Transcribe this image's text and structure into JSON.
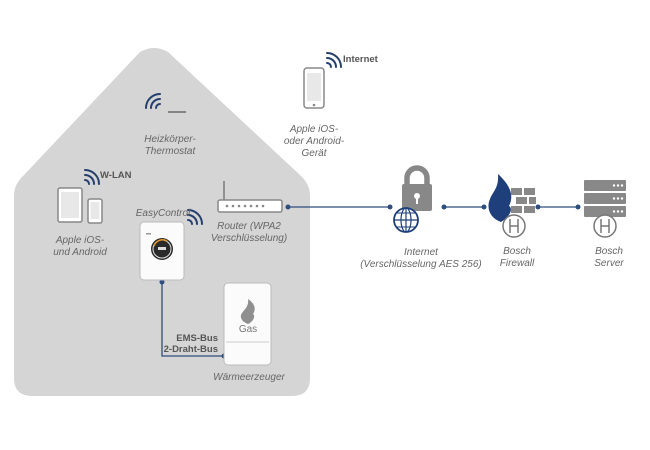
{
  "labels": {
    "internet_top": "Internet",
    "phone_top": "Apple iOS-\noder Android-\nGerät",
    "thermostat": "Heizkörper-\nThermostat",
    "wlan": "W-LAN",
    "devices": "Apple iOS-\nund Android",
    "easycontrol": "EasyControl",
    "router": "Router (WPA2\nVerschlüsselung)",
    "ems_bus": "EMS-Bus\n2-Draht-Bus",
    "gas": "Gas",
    "heat_generator": "Wärmeerzeuger",
    "internet_mid": "Internet\n(Verschlüsselung AES 256)",
    "firewall": "Bosch\nFirewall",
    "server": "Bosch\nServer"
  },
  "colors": {
    "house": "#d5d5d5",
    "line": "#2e4e7e",
    "icon": "#888888",
    "dark_blue": "#1e3f7a",
    "wifi": "#243f6e"
  },
  "icons": [
    "wifi-icon",
    "smartphone-icon",
    "tablet-icon",
    "thermostat-icon",
    "router-icon",
    "boiler-icon",
    "flame-icon",
    "lock-icon",
    "globe-icon",
    "firewall-icon",
    "server-icon",
    "shield-icon"
  ]
}
